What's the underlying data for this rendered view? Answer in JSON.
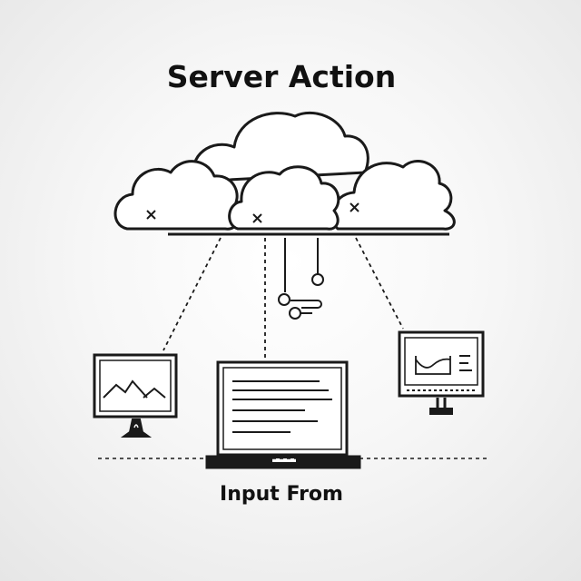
{
  "diagram": {
    "title": "Server Action",
    "caption": "Input From",
    "nodes": [
      {
        "id": "cloud",
        "icon": "cloud-icon"
      },
      {
        "id": "monitor-left",
        "icon": "monitor-mountain-icon"
      },
      {
        "id": "laptop-center",
        "icon": "laptop-icon"
      },
      {
        "id": "monitor-right",
        "icon": "monitor-chart-icon"
      }
    ],
    "connections": [
      {
        "from": "cloud",
        "to": "monitor-left",
        "style": "dashed"
      },
      {
        "from": "cloud",
        "to": "laptop-center",
        "style": "dashed"
      },
      {
        "from": "cloud",
        "to": "monitor-right",
        "style": "dashed"
      }
    ],
    "colors": {
      "stroke": "#1a1a1a",
      "fill": "#ffffff"
    }
  }
}
